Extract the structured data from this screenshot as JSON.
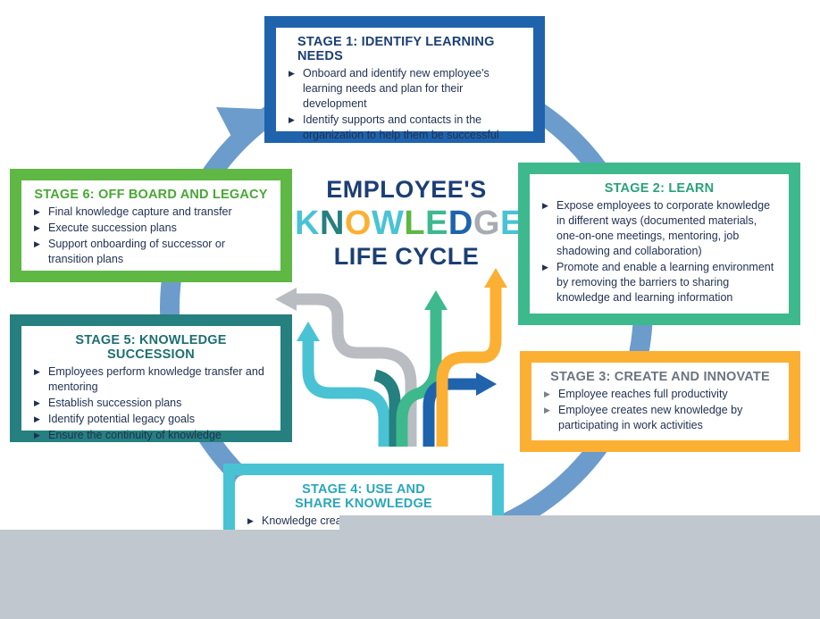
{
  "title": {
    "line1": "EMPLOYEE'S",
    "line2_letters": [
      {
        "ch": "K",
        "color": "#49c3d4"
      },
      {
        "ch": "N",
        "color": "#25807f"
      },
      {
        "ch": "O",
        "color": "#fbb034"
      },
      {
        "ch": "W",
        "color": "#49c3d4"
      },
      {
        "ch": "L",
        "color": "#5fb744"
      },
      {
        "ch": "E",
        "color": "#3db98d"
      },
      {
        "ch": "D",
        "color": "#1f63ad"
      },
      {
        "ch": "G",
        "color": "#a7acb3"
      },
      {
        "ch": "E",
        "color": "#49c3d4"
      }
    ],
    "line3": "LIFE CYCLE"
  },
  "stages": {
    "s1": {
      "title": "STAGE 1: IDENTIFY LEARNING NEEDS",
      "bullets": [
        "Onboard and identify new employee's learning needs and plan for their development",
        "Identify supports and contacts in the organization to help them be successful"
      ]
    },
    "s2": {
      "title": "STAGE 2: LEARN",
      "bullets": [
        "Expose employees to corporate knowledge in different ways (documented materials, one-on-one meetings, mentoring, job shadowing and collaboration)",
        "Promote and enable a learning environment by removing the barriers to sharing knowledge and learning information"
      ]
    },
    "s3": {
      "title": "STAGE 3: CREATE AND INNOVATE",
      "bullets": [
        "Employee reaches full productivity",
        "Employee creates new knowledge by participating in work activities"
      ]
    },
    "s4": {
      "title_line1": "STAGE 4: USE AND",
      "title_line2": "SHARE KNOWLEDGE",
      "bullets": [
        "Knowledge crea"
      ]
    },
    "s5": {
      "title": "STAGE 5: KNOWLEDGE SUCCESSION",
      "bullets": [
        "Employees perform knowledge transfer and mentoring",
        "Establish succession plans",
        "Identify potential legacy goals",
        "Ensure the continuity of knowledge"
      ]
    },
    "s6": {
      "title": "STAGE 6: OFF BOARD AND LEGACY",
      "bullets": [
        "Final knowledge capture and transfer",
        "Execute succession plans",
        "Support onboarding of successor or transition plans"
      ]
    }
  },
  "colors": {
    "cycle_arrow": "#6b9ccc",
    "stage1": "#1f63ad",
    "stage2": "#3db98d",
    "stage3": "#fbb034",
    "stage4": "#49c3d4",
    "stage5": "#25807f",
    "stage6": "#5fb744",
    "path_gray": "#b9bdc2",
    "overlay_gray": "#c1c7cf"
  }
}
